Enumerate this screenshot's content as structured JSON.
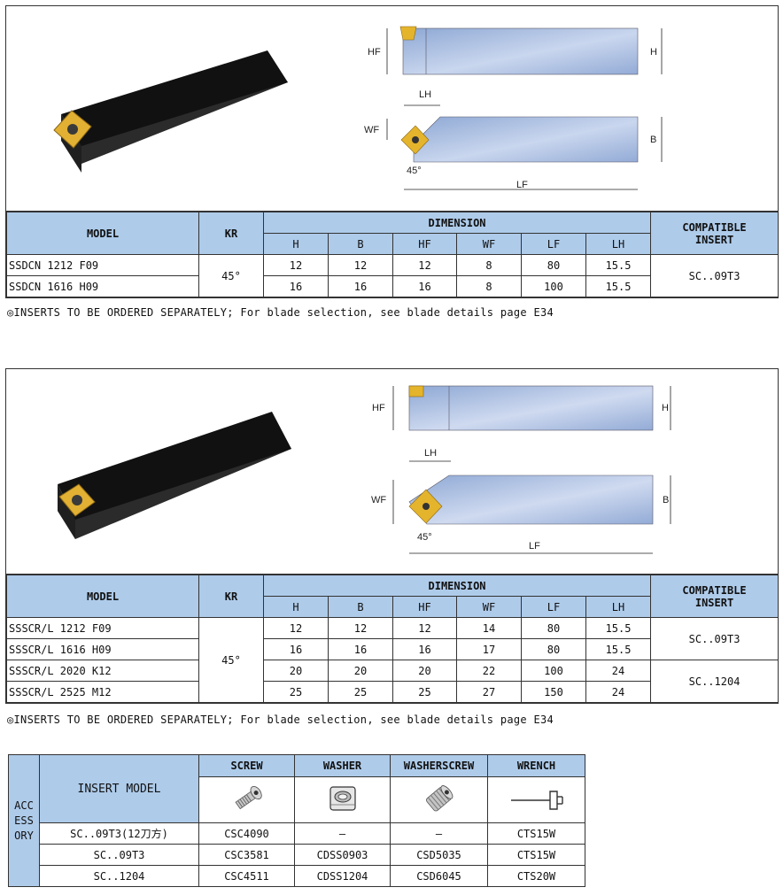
{
  "colors": {
    "header_fill": "#aecbea",
    "holder_blue": "#9fb6db",
    "insert_gold": "#e8b930",
    "body_black": "#1a1a1a"
  },
  "dim_labels": {
    "hf": "HF",
    "h": "H",
    "lh": "LH",
    "wf": "WF",
    "b": "B",
    "angle": "45°",
    "lf": "LF"
  },
  "table_headers": {
    "model": "MODEL",
    "kr": "KR",
    "dimension": "DIMENSION",
    "compatible_line1": "COMPATIBLE",
    "compatible_line2": "INSERT",
    "cols": [
      "H",
      "B",
      "HF",
      "WF",
      "LF",
      "LH"
    ]
  },
  "section1": {
    "kr": "45°",
    "rows": [
      {
        "model": "SSDCN 1212 F09",
        "h": "12",
        "b": "12",
        "hf": "12",
        "wf": "8",
        "lf": "80",
        "lh": "15.5"
      },
      {
        "model": "SSDCN 1616 H09",
        "h": "16",
        "b": "16",
        "hf": "16",
        "wf": "8",
        "lf": "100",
        "lh": "15.5"
      }
    ],
    "insert": "SC..09T3",
    "note": "◎INSERTS TO BE ORDERED SEPARATELY; For blade selection, see blade details page E34"
  },
  "section2": {
    "kr": "45°",
    "rows": [
      {
        "model": "SSSCR/L 1212 F09",
        "h": "12",
        "b": "12",
        "hf": "12",
        "wf": "14",
        "lf": "80",
        "lh": "15.5"
      },
      {
        "model": "SSSCR/L 1616 H09",
        "h": "16",
        "b": "16",
        "hf": "16",
        "wf": "17",
        "lf": "80",
        "lh": "15.5"
      },
      {
        "model": "SSSCR/L 2020 K12",
        "h": "20",
        "b": "20",
        "hf": "20",
        "wf": "22",
        "lf": "100",
        "lh": "24"
      },
      {
        "model": "SSSCR/L 2525 M12",
        "h": "25",
        "b": "25",
        "hf": "25",
        "wf": "27",
        "lf": "150",
        "lh": "24"
      }
    ],
    "insert_a": "SC..09T3",
    "insert_b": "SC..1204",
    "note": "◎INSERTS TO BE ORDERED SEPARATELY; For blade selection, see blade details page E34"
  },
  "accessory": {
    "side_label": [
      "ACC",
      "ESS",
      "ORY"
    ],
    "insert_model_label": "INSERT MODEL",
    "headers": [
      "SCREW",
      "WASHER",
      "WASHERSCREW",
      "WRENCH"
    ],
    "icons": [
      "screw-icon",
      "washer-icon",
      "washer-screw-icon",
      "wrench-icon"
    ],
    "rows": [
      {
        "insert": "SC..09T3(12刀方)",
        "screw": "CSC4090",
        "washer": "—",
        "washerscrew": "—",
        "wrench": "CTS15W"
      },
      {
        "insert": "SC..09T3",
        "screw": "CSC3581",
        "washer": "CDSS0903",
        "washerscrew": "CSD5035",
        "wrench": "CTS15W"
      },
      {
        "insert": "SC..1204",
        "screw": "CSC4511",
        "washer": "CDSS1204",
        "washerscrew": "CSD6045",
        "wrench": "CTS20W"
      }
    ]
  }
}
